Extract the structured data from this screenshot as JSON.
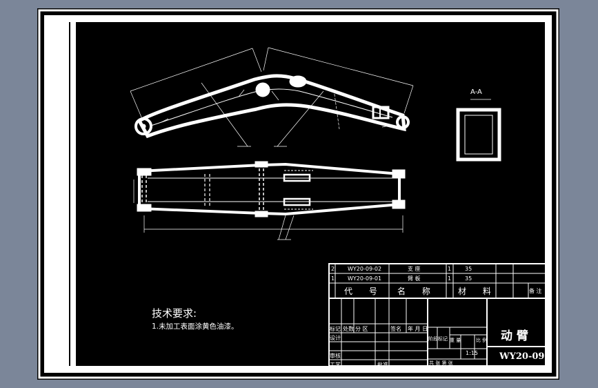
{
  "tech_requirements": {
    "title": "技术要求:",
    "note": "1.未加工表面涂黄色油漆。"
  },
  "section_label": "A-A",
  "parts_list": [
    {
      "seq": "2",
      "code": "WY20-09-02",
      "name": "支 座",
      "qty": "1",
      "material": "35"
    },
    {
      "seq": "1",
      "code": "WY20-09-01",
      "name": "臂 板",
      "qty": "1",
      "material": "35"
    }
  ],
  "parts_header": {
    "code": "代 号",
    "name": "名 称",
    "material": "材 料",
    "remark": "备 注"
  },
  "title_block": {
    "part_name": "动 臂",
    "drawing_no": "WY20-09",
    "scale": "1:15",
    "row_labels": [
      "标记",
      "设计",
      "审核",
      "工艺"
    ],
    "col_labels": [
      "处数",
      "分 区"
    ],
    "sign_label": "签名",
    "date_label": "年 月 日",
    "stage_label": "阶段标记",
    "weight_label": "重 量",
    "scale_label": "比 例",
    "approve_label": "批准",
    "sheets_label": "共 张  第 张"
  }
}
